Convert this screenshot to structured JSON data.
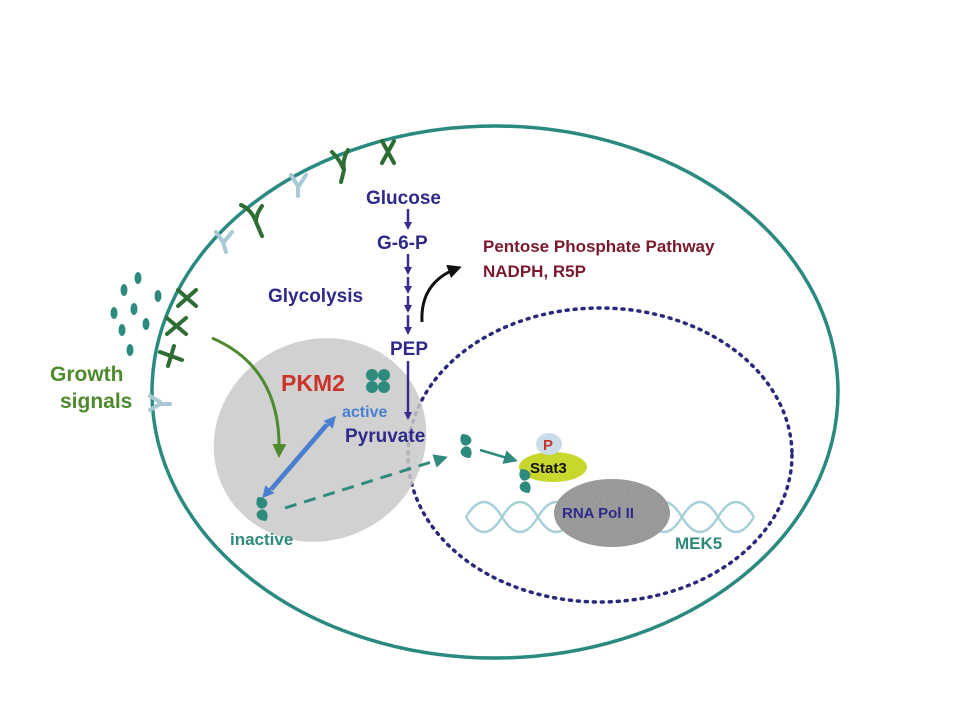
{
  "labels": {
    "glucose": "Glucose",
    "g6p": "G-6-P",
    "glycolysis": "Glycolysis",
    "pep": "PEP",
    "pyruvate": "Pyruvate",
    "ppp_title": "Pentose Phosphate Pathway",
    "ppp_products": "NADPH, R5P",
    "pkm2": "PKM2",
    "active": "active",
    "inactive": "inactive",
    "growth_line1": "Growth",
    "growth_line2": "signals",
    "stat3": "Stat3",
    "phospho": "P",
    "rna_pol": "RNA Pol II",
    "mek5": "MEK5"
  },
  "colors": {
    "cell_membrane": "#2a8a80",
    "nucleus_dots": "#2b2a7a",
    "pathway_text": "#2e2a8a",
    "pathway_arrows": "#3a2b8f",
    "ppp_text": "#7a1a2e",
    "pkm2_red": "#c8332b",
    "active_blue": "#4a7fd0",
    "growth_green": "#4e8a2e",
    "teal_protein": "#2f8a7e",
    "receptor_dark_green": "#2e6e34",
    "receptor_light": "#a9c9d4",
    "gray_zone": "#c9c9c9",
    "stat3_yellow": "#c9d62c",
    "phospho_light": "#c8dde8",
    "phospho_red": "#c8332b",
    "dna_color": "#a8d0d6",
    "rna_pol_gray": "#8d8d8d",
    "black_arrow": "#111111"
  }
}
